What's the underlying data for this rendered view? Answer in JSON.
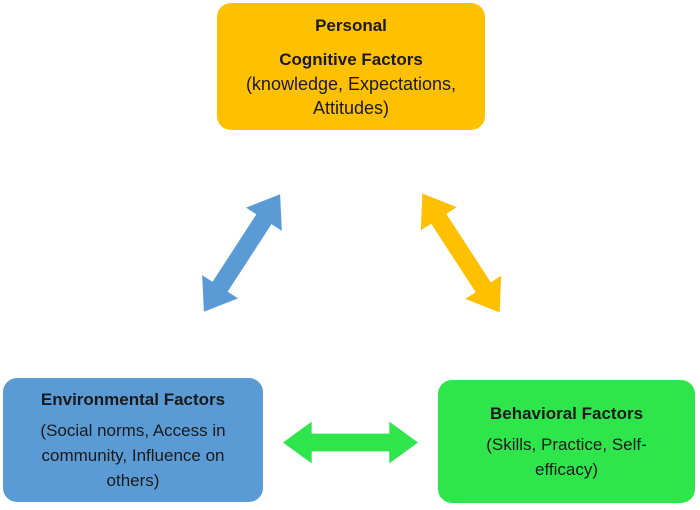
{
  "diagram": {
    "model": "social-cognitive-theory-triadic-reciprocal-causation",
    "background_color": "#ffffff",
    "text_color": "#1a1a1a",
    "nodes": {
      "personal": {
        "heading_line1": "Personal",
        "heading_line2": "Cognitive Factors",
        "detail": "(knowledge, Expectations, Attitudes)",
        "color": "#FFC000"
      },
      "environmental": {
        "heading": "Environmental Factors",
        "detail": "(Social norms, Access in community, Influence on others)",
        "color": "#5B9BD5"
      },
      "behavioral": {
        "heading": "Behavioral Factors",
        "detail": "(Skills, Practice, Self-efficacy)",
        "color": "#2EE64B"
      }
    },
    "arrows": {
      "personal_environmental": {
        "between": "Personal Cognitive Factors and Environmental Factors",
        "direction": "bidirectional",
        "color": "#5B9BD5"
      },
      "personal_behavioral": {
        "between": "Personal Cognitive Factors and Behavioral Factors",
        "direction": "bidirectional",
        "color": "#FFC000"
      },
      "environmental_behavioral": {
        "between": "Environmental Factors and Behavioral Factors",
        "direction": "bidirectional",
        "color": "#2EE64B"
      }
    }
  }
}
